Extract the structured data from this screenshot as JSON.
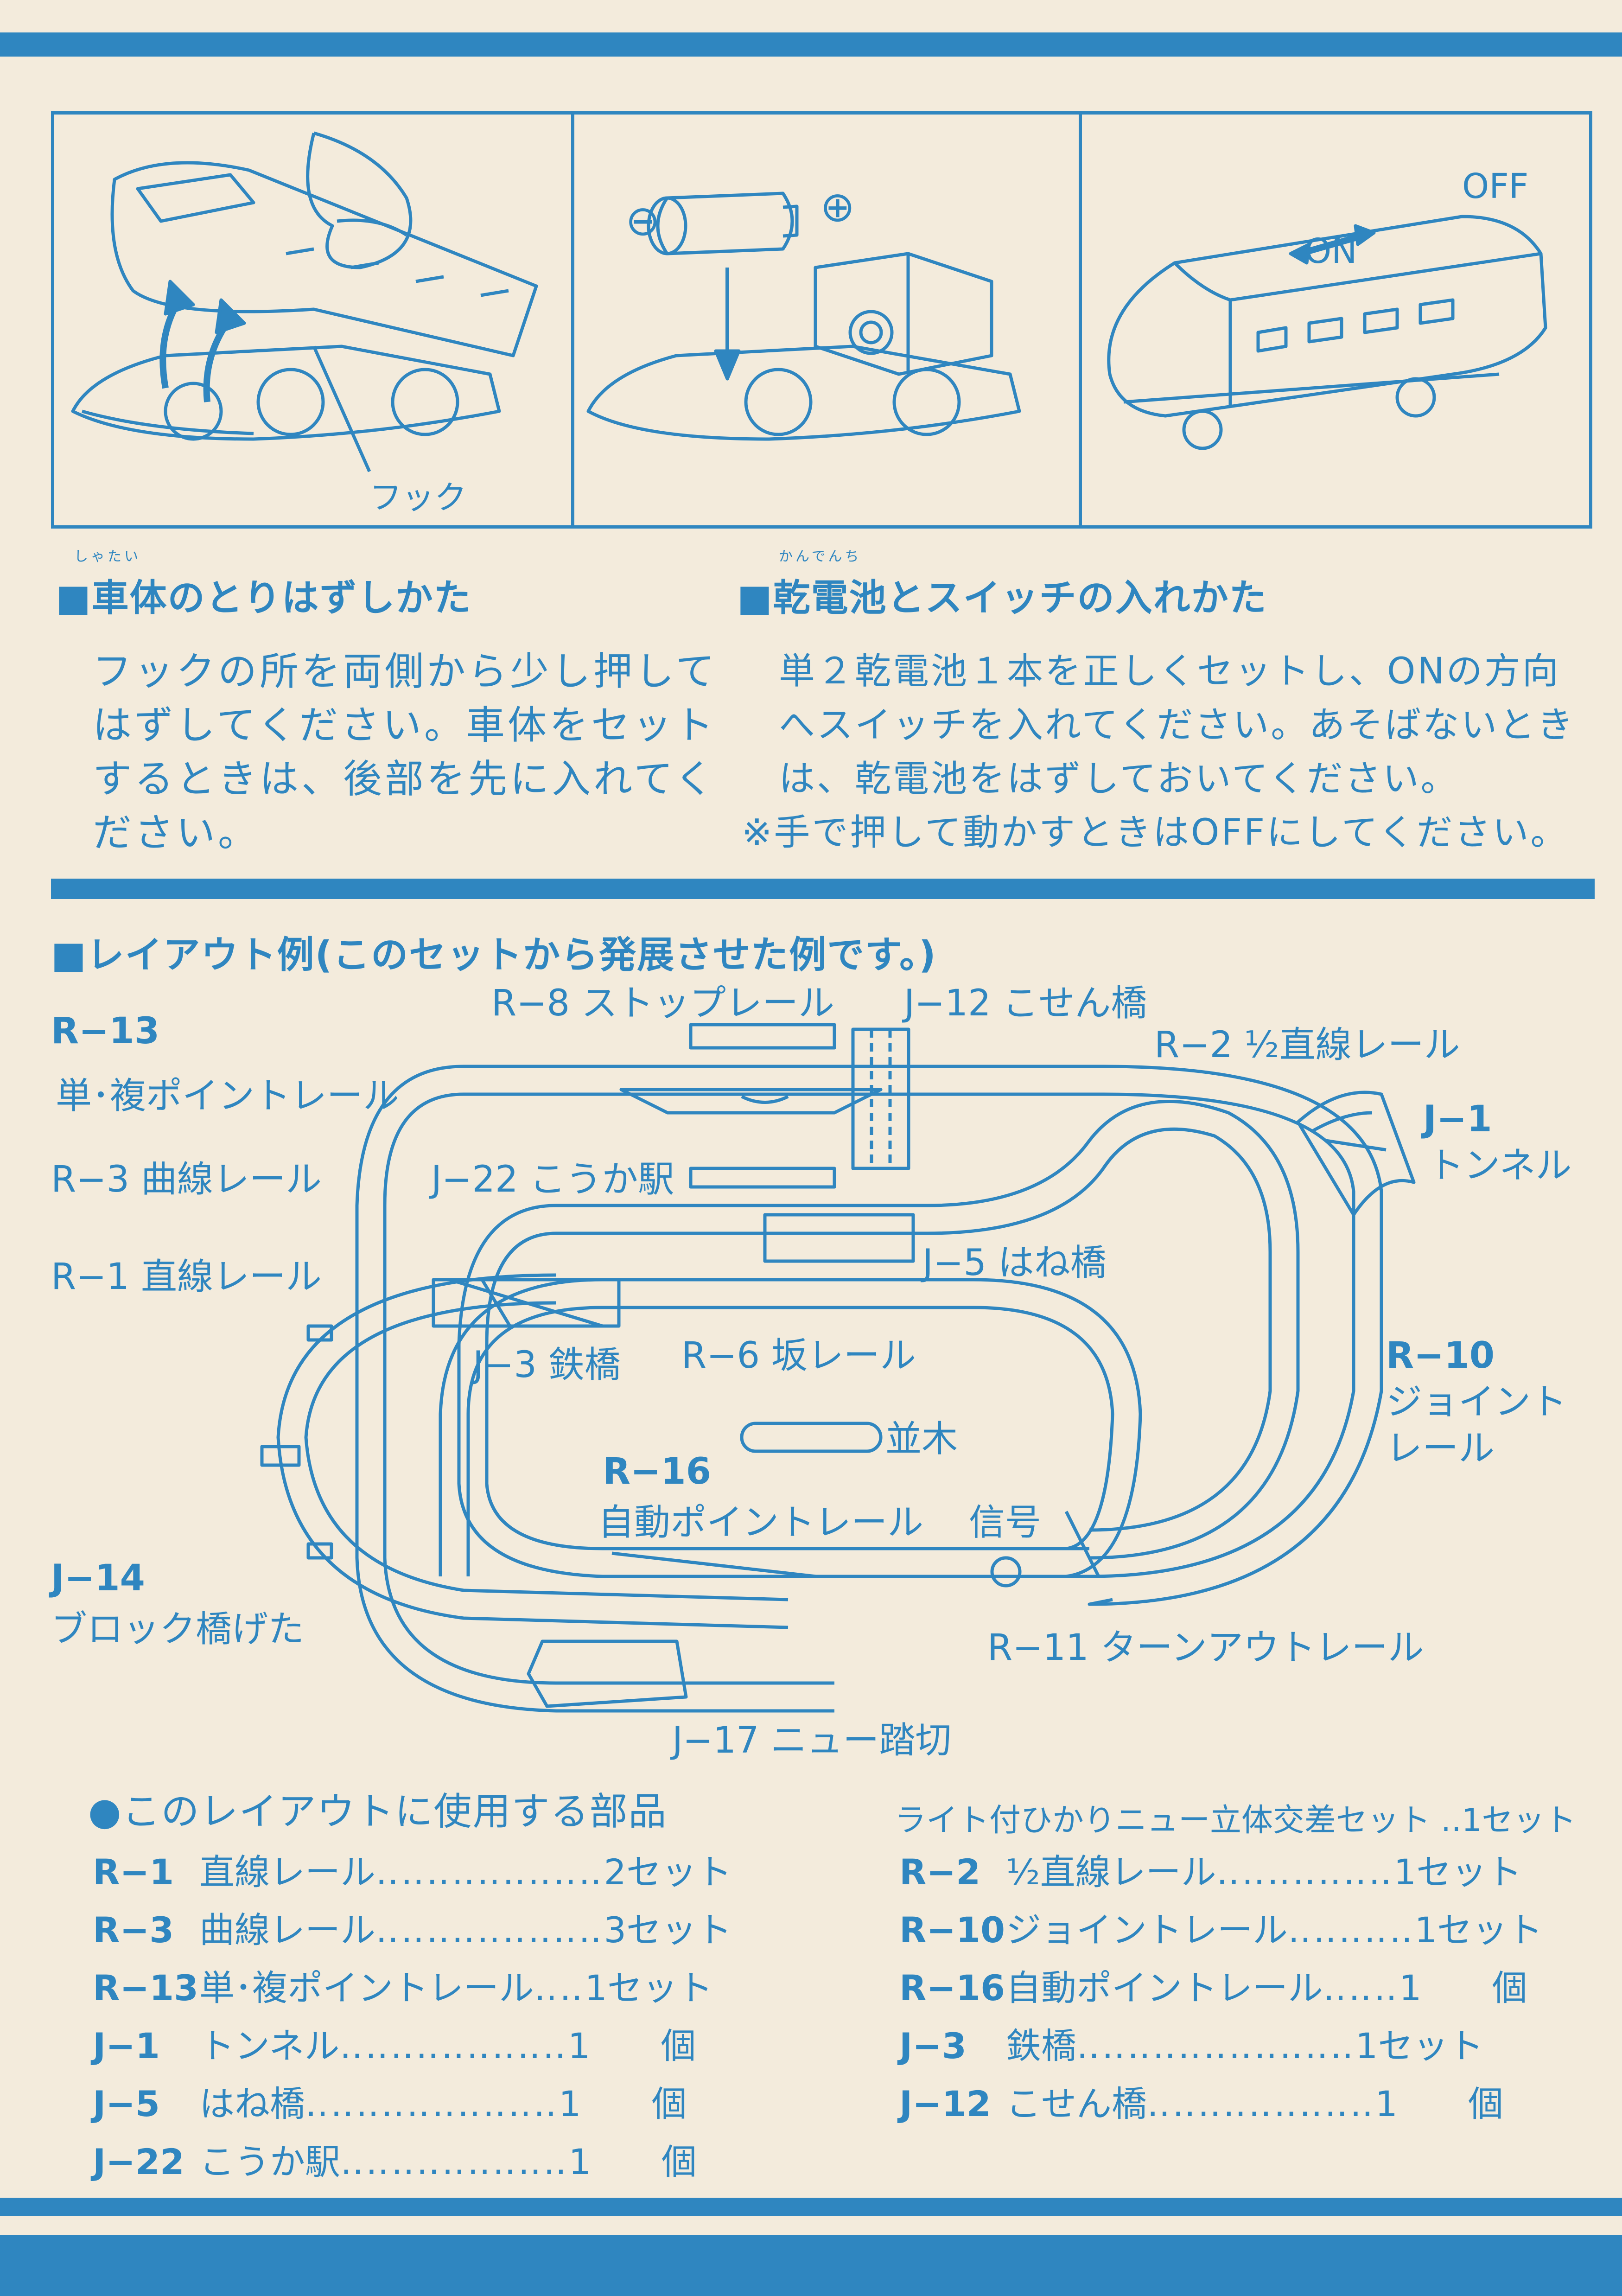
{
  "colors": {
    "ink": "#2f86c0",
    "paper": "#f3ebdc"
  },
  "panels": {
    "hook_label": "フック",
    "minus": "⊖",
    "plus": "⊕",
    "on": "ON",
    "off": "OFF"
  },
  "section1": {
    "title": "■車体のとりはずしかた",
    "title_ruby": "しゃたい",
    "lines": [
      "フックの所を両側から少し押して",
      "はずしてください。車体をセット",
      "するときは、後部を先に入れてく",
      "ださい。"
    ]
  },
  "section2": {
    "title": "■乾電池とスイッチの入れかた",
    "title_ruby": "かんでんち",
    "lines": [
      "単２乾電池１本を正しくセットし、ONの方向",
      "へスイッチを入れてください。あそばないとき",
      "は、乾電池をはずしておいてください。",
      "※手で押して動かすときはOFFにしてください。"
    ]
  },
  "layout": {
    "title": "■レイアウト例(このセットから発展させた例です。)",
    "labels": {
      "r8": "R−8 ストップレール",
      "j12": "J−12 こせん橋",
      "r13_code": "R−13",
      "r13_name": "単･複ポイントレール",
      "r2": "R−2 ½直線レール",
      "j1_code": "J−1",
      "j1_name": "トンネル",
      "r3": "R−3 曲線レール",
      "j22": "J−22 こうか駅",
      "r1": "R−1 直線レール",
      "j5": "J−5 はね橋",
      "j3": "J−3 鉄橋",
      "r6": "R−6 坂レール",
      "r10_code": "R−10",
      "r10_name1": "ジョイント",
      "r10_name2": "レール",
      "namiki": "並木",
      "r16_code": "R−16",
      "r16_name": "自動ポイントレール",
      "signal": "信号",
      "j14_code": "J−14",
      "j14_name": "ブロック橋げた",
      "r11": "R−11 ターンアウトレール",
      "j17": "J−17 ニュー踏切"
    }
  },
  "parts": {
    "title": "●このレイアウトに使用する部品",
    "right_header": "ライト付ひかりニュー立体交差セット ‥1セット",
    "left": [
      {
        "code": "R−1",
        "name": "直線レール",
        "dots": "‥‥‥‥‥‥‥‥‥",
        "qty": "2セット"
      },
      {
        "code": "R−3",
        "name": "曲線レール",
        "dots": "‥‥‥‥‥‥‥‥‥",
        "qty": "3セット"
      },
      {
        "code": "R−13",
        "name": "単･複ポイントレール",
        "dots": "‥‥",
        "qty": "1セット"
      },
      {
        "code": "J−1",
        "name": "トンネル",
        "dots": "‥‥‥‥‥‥‥‥‥",
        "qty": "1　　個"
      },
      {
        "code": "J−5",
        "name": "はね橋",
        "dots": "‥‥‥‥‥‥‥‥‥‥",
        "qty": "1　　個"
      },
      {
        "code": "J−22",
        "name": "こうか駅",
        "dots": "‥‥‥‥‥‥‥‥‥",
        "qty": "1　　個"
      }
    ],
    "right": [
      {
        "code": "R−2",
        "name": "½直線レール",
        "dots": "‥‥‥‥‥‥‥",
        "qty": "1セット"
      },
      {
        "code": "R−10",
        "name": "ジョイントレール",
        "dots": "‥‥‥‥‥",
        "qty": "1セット"
      },
      {
        "code": "R−16",
        "name": "自動ポイントレール",
        "dots": "‥‥‥",
        "qty": "1　　個"
      },
      {
        "code": "J−3",
        "name": "鉄橋",
        "dots": "‥‥‥‥‥‥‥‥‥‥‥",
        "qty": "1セット"
      },
      {
        "code": "J−12",
        "name": "こせん橋",
        "dots": "‥‥‥‥‥‥‥‥‥",
        "qty": "1　　個"
      }
    ]
  }
}
